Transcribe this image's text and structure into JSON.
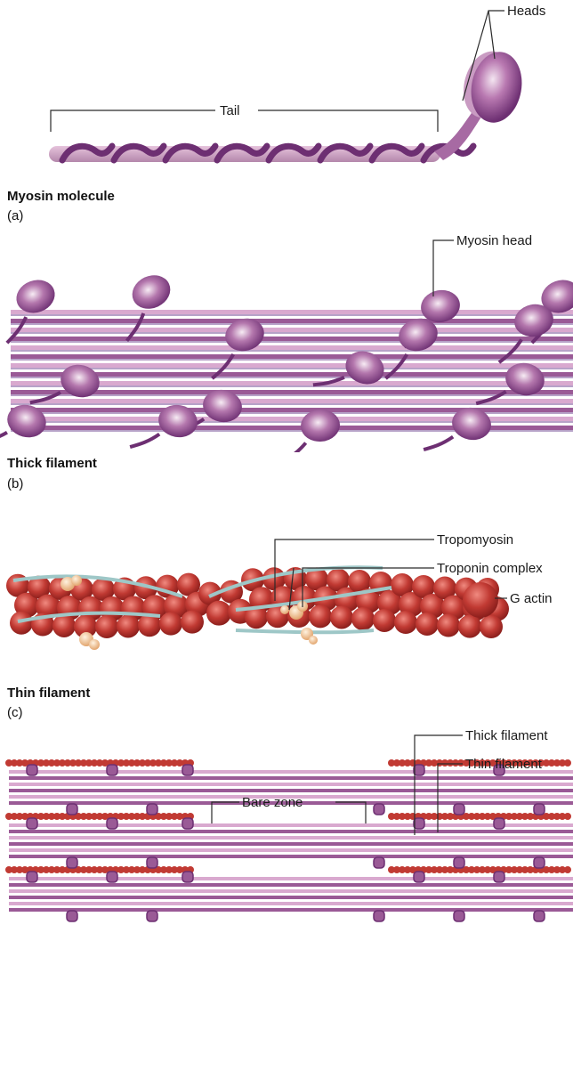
{
  "panels": [
    {
      "title": "Myosin molecule",
      "letter": "(a)",
      "labels": {
        "heads": "Heads",
        "tail": "Tail"
      }
    },
    {
      "title": "Thick filament",
      "letter": "(b)",
      "labels": {
        "myosin_head": "Myosin head"
      }
    },
    {
      "title": "Thin filament",
      "letter": "(c)",
      "labels": {
        "tropomyosin": "Tropomyosin",
        "troponin": "Troponin complex",
        "g_actin": "G actin"
      }
    },
    {
      "labels": {
        "thick_filament": "Thick filament",
        "thin_filament": "Thin filament",
        "bare_zone": "Bare zone"
      }
    }
  ],
  "colors": {
    "myosin_light": "#d9a9cf",
    "myosin_mid": "#9a5a96",
    "myosin_dark": "#6d2f72",
    "actin_light": "#e0584f",
    "actin_mid": "#c13a33",
    "actin_dark": "#8c1f1c",
    "tropomyosin": "#9ec7c7",
    "troponin": "#f0c89a"
  }
}
